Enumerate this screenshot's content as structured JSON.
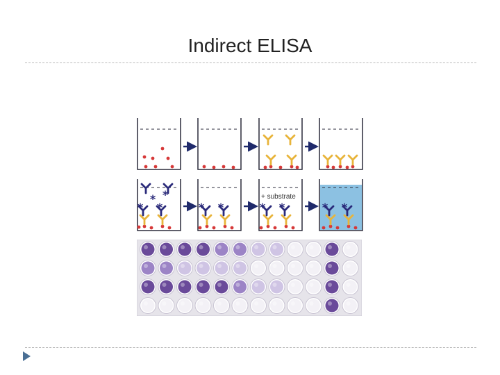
{
  "slide": {
    "title": "Indirect ELISA"
  },
  "diagram": {
    "substrate_label": "+ substrate",
    "colors": {
      "well_outline": "#2a2a3a",
      "arrow": "#1f2a6b",
      "antigen": "#d63838",
      "primary_antibody": "#e8b43a",
      "secondary_antibody": "#2a2a7a",
      "enzyme_star": "#2a2a7a",
      "substrate_fill": "#8cc1e2"
    }
  },
  "plate": {
    "rows": 4,
    "cols": 12,
    "colors": {
      "frame": "#e6e4ea",
      "dark": "#6a4a9a",
      "medium": "#9c84c6",
      "light": "#cfc4e4",
      "clear": "#f3f1f6"
    },
    "levels": [
      [
        3,
        3,
        3,
        3,
        2,
        2,
        1,
        1,
        0,
        0,
        3,
        0
      ],
      [
        2,
        2,
        1,
        1,
        1,
        1,
        0,
        0,
        0,
        0,
        3,
        0
      ],
      [
        3,
        3,
        3,
        3,
        3,
        2,
        1,
        1,
        0,
        0,
        3,
        0
      ],
      [
        0,
        0,
        0,
        0,
        0,
        0,
        0,
        0,
        0,
        0,
        3,
        0
      ]
    ]
  }
}
